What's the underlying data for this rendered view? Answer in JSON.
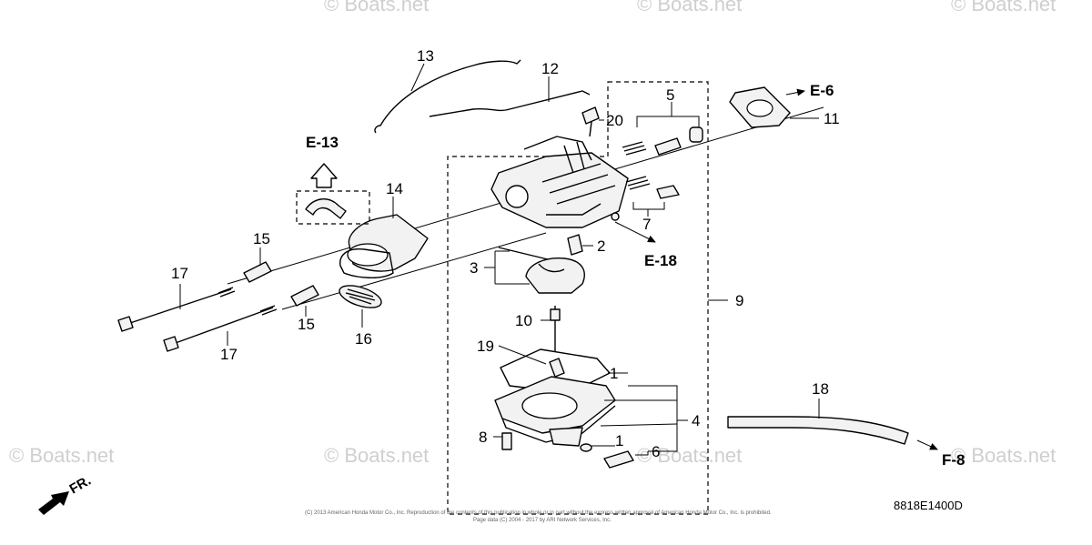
{
  "watermark": {
    "text": "© Boats.net"
  },
  "diagram_code": "8818E1400D",
  "copyright_lines": [
    "(C) 2013 American Honda Motor Co., Inc. Reproduction of the contents of this publication in whole or in part without the express written approval of American Honda Motor Co., Inc. is prohibited.",
    "Page data (C) 2004 - 2017 by ARI Network Services, Inc."
  ],
  "direction_label": "FR.",
  "references": [
    {
      "id": "ref-e6",
      "text": "E-6"
    },
    {
      "id": "ref-e13",
      "text": "E-13"
    },
    {
      "id": "ref-e18",
      "text": "E-18"
    },
    {
      "id": "ref-f8",
      "text": "F-8"
    }
  ],
  "callouts": [
    {
      "id": "c13",
      "text": "13"
    },
    {
      "id": "c12",
      "text": "12"
    },
    {
      "id": "c20",
      "text": "20"
    },
    {
      "id": "c5",
      "text": "5"
    },
    {
      "id": "c11",
      "text": "11"
    },
    {
      "id": "c14",
      "text": "14"
    },
    {
      "id": "c15a",
      "text": "15"
    },
    {
      "id": "c15b",
      "text": "15"
    },
    {
      "id": "c17a",
      "text": "17"
    },
    {
      "id": "c17b",
      "text": "17"
    },
    {
      "id": "c16",
      "text": "16"
    },
    {
      "id": "c2",
      "text": "2"
    },
    {
      "id": "c7",
      "text": "7"
    },
    {
      "id": "c3",
      "text": "3"
    },
    {
      "id": "c9",
      "text": "9"
    },
    {
      "id": "c10",
      "text": "10"
    },
    {
      "id": "c19",
      "text": "19"
    },
    {
      "id": "c1a",
      "text": "1"
    },
    {
      "id": "c1b",
      "text": "1"
    },
    {
      "id": "c4",
      "text": "4"
    },
    {
      "id": "c8",
      "text": "8"
    },
    {
      "id": "c6",
      "text": "6"
    },
    {
      "id": "c18",
      "text": "18"
    }
  ]
}
